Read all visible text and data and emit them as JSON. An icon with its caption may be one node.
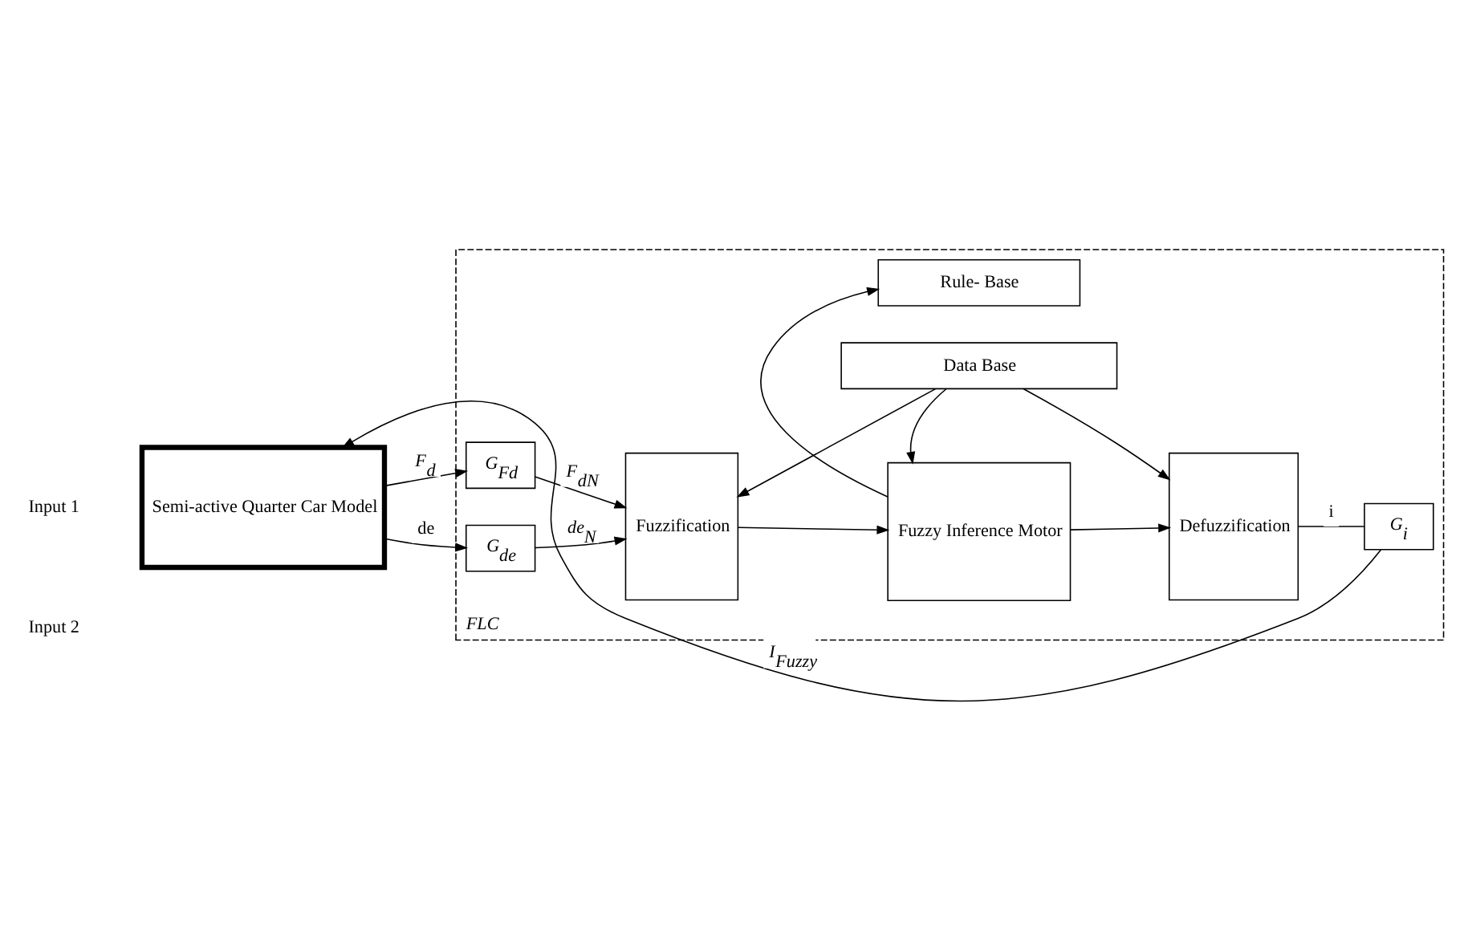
{
  "diagram": {
    "nodes": [
      {
        "text": [
          "FLC"
        ]
      },
      {
        "text": [
          "Rule- Base"
        ],
        "in": 0
      },
      {
        "text": [
          "G$_{Fd}$"
        ],
        "in": 0
      },
      {
        "text": [
          "Fuzzification"
        ],
        "in": 0
      },
      {
        "text": [
          "Fuzzy Inference Motor"
        ],
        "in": 0
      },
      {
        "text": [
          "Defuzzification"
        ],
        "in": 0
      },
      {
        "text": [
          "G$_{i}$"
        ],
        "in": 0
      },
      {
        "text": [
          "G$_{de}$"
        ],
        "in": 0
      },
      {
        "text": [
          "Data Base"
        ],
        "in": 0
      },
      {
        "text": [
          "Semi-active Quarter Car Model"
        ]
      }
    ],
    "edges": [
      {
        "from": 9,
        "to": 2,
        "arrow": "to",
        "label": "F$_{d}$"
      },
      {
        "from": 9,
        "to": 7,
        "arrow": "to",
        "label": "de"
      },
      {
        "from": 2,
        "to": 3,
        "arrow": "to",
        "label": "F$_{dN}$"
      },
      {
        "from": 7,
        "to": 3,
        "arrow": "to",
        "label": "de$_{N}$"
      },
      {
        "from": 3,
        "to": 4,
        "arrow": "to"
      },
      {
        "from": 4,
        "to": 1,
        "arrow": "to"
      },
      {
        "from": 4,
        "to": 5,
        "arrow": "to"
      },
      {
        "from": 5,
        "to": 6,
        "arrow": "none",
        "label": "i"
      },
      {
        "from": 6,
        "to": 9,
        "arrow": "to",
        "label": "I$_{Fuzzy}$"
      },
      {
        "from": 8,
        "to": 3,
        "arrow": "to"
      },
      {
        "from": 8,
        "to": 4,
        "arrow": "to"
      },
      {
        "from": 8,
        "to": 5,
        "arrow": "to"
      }
    ],
    "labels": [
      "Input 1",
      "Input 2"
    ]
  }
}
